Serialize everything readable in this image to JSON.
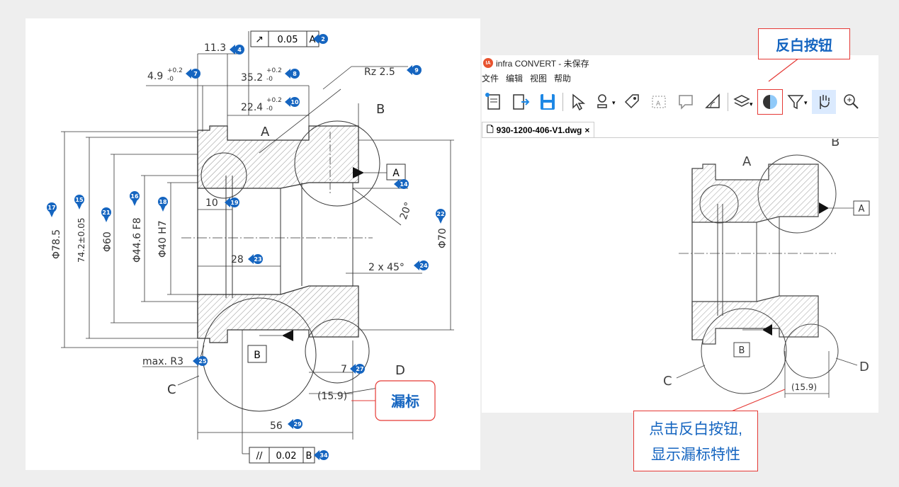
{
  "left_drawing": {
    "labels": {
      "dim_11_3": "11.3",
      "dim_4_9": "4.9",
      "tol_4_9_up": "+0.2",
      "tol_4_9_lo": "-0",
      "dim_35_2": "35.2",
      "tol_35_2_up": "+0.2",
      "tol_35_2_lo": "-0",
      "dim_22_4": "22.4",
      "tol_22_4_up": "+0.2",
      "tol_22_4_lo": "-0",
      "roughness": "Rz 2.5",
      "gdt_top_tol": "0.05",
      "gdt_top_datum": "A",
      "view_a": "A",
      "view_b": "B",
      "view_c": "C",
      "view_d": "D",
      "datum_a": "A",
      "datum_b": "B",
      "dia_78_5": "Φ78.5",
      "dim_74_2": "74.2±0.05",
      "dia_60": "Φ60",
      "dia_44_6": "Φ44.6 F8",
      "dia_40": "Φ40 H7",
      "dia_70": "Φ70",
      "dim_10": "10",
      "dim_28": "28",
      "angle_20": "20°",
      "chamfer": "2 x 45°",
      "dim_7": "7",
      "max_r3": "max. R3",
      "dim_15_9": "(15.9)",
      "dim_56": "56",
      "gdt_bottom_tol": "0.02",
      "gdt_bottom_datum": "B",
      "missing_tag": "漏标"
    },
    "balloons": {
      "b2": "2",
      "b4": "4",
      "b7": "7",
      "b8": "8",
      "b9": "9",
      "b10": "10",
      "b14": "14",
      "b15": "15",
      "b16": "16",
      "b17": "17",
      "b18": "18",
      "b19": "19",
      "b21": "21",
      "b22": "22",
      "b23": "23",
      "b24": "24",
      "b25": "25",
      "b27": "27",
      "b29": "29",
      "b34": "34"
    }
  },
  "app": {
    "logo_text": "IA",
    "title": "infra CONVERT - 未保存",
    "menu": [
      "文件",
      "编辑",
      "视图",
      "帮助"
    ],
    "tab_label": "930-1200-406-V1.dwg",
    "tab_close": "×"
  },
  "right_drawing": {
    "view_a": "A",
    "view_b": "B",
    "view_c": "C",
    "view_d": "D",
    "datum_a": "A",
    "datum_b": "B",
    "dim_15_9": "(15.9)"
  },
  "callouts": {
    "invert_button": "反白按钮",
    "click_note_line1": "点击反白按钮,",
    "click_note_line2": "显示漏标特性"
  },
  "colors": {
    "balloon": "#1565c0",
    "callout_border": "#e53935",
    "callout_text": "#1565c0"
  }
}
